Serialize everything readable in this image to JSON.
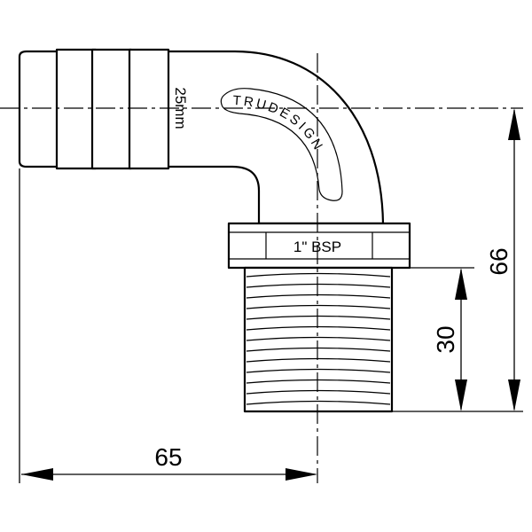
{
  "drawing": {
    "dimensions": {
      "width": "65",
      "total_height": "66",
      "thread_length": "30"
    },
    "labels": {
      "hose_size": "25mm",
      "thread_size": "1\" BSP",
      "brand": "TRUDESIGN"
    }
  }
}
